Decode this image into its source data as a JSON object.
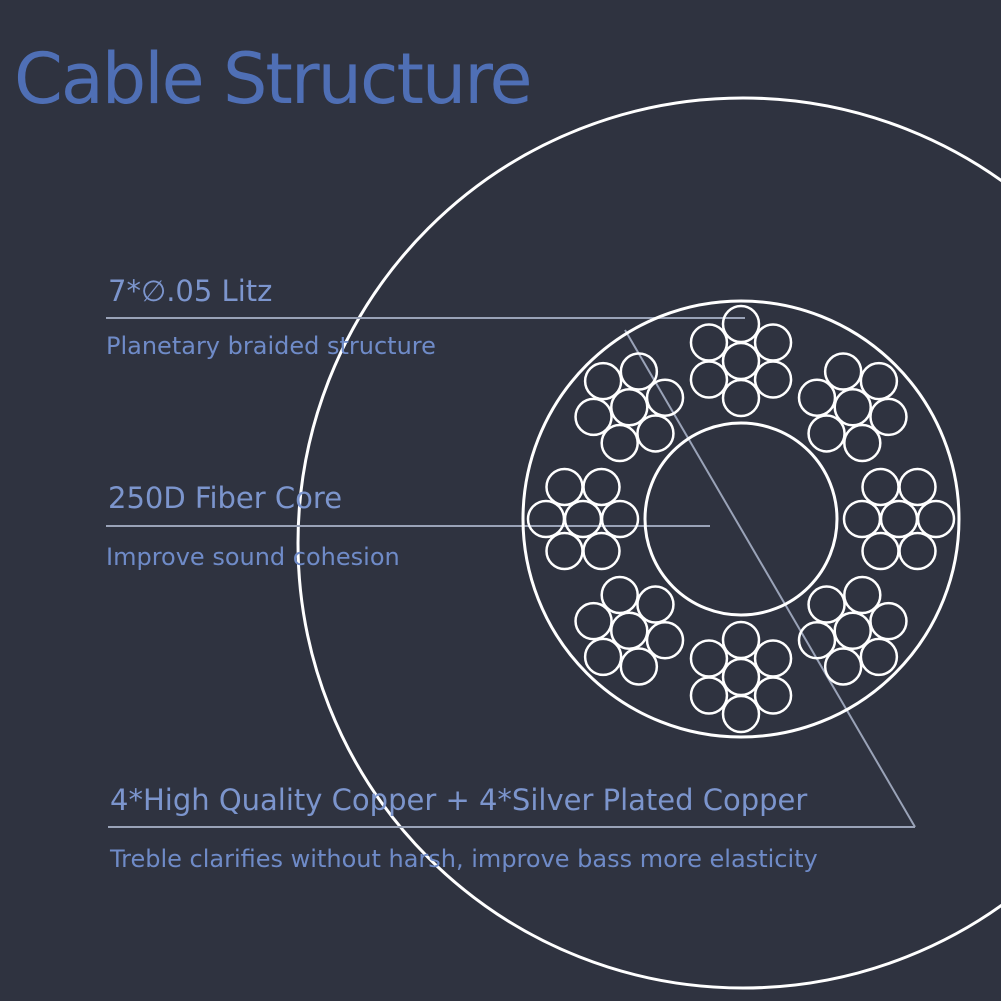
{
  "title": "Cable Structure",
  "callouts": [
    {
      "label": "7*∅.05 Litz",
      "description": "Planetary braided structure"
    },
    {
      "label": "250D Fiber Core",
      "description": "Improve sound cohesion"
    },
    {
      "label": "4*High Quality Copper + 4*Silver Plated Copper",
      "description": "Treble clarifies without harsh, improve bass more elasticity"
    }
  ],
  "colors": {
    "background": "#2f3340",
    "title": "#4f6fb5",
    "label": "#7c95cd",
    "strand_outline": "#ffffff",
    "leader_line": "#9aa3b8"
  },
  "structure": {
    "bundle_count": 8,
    "strands_per_bundle": 7
  }
}
